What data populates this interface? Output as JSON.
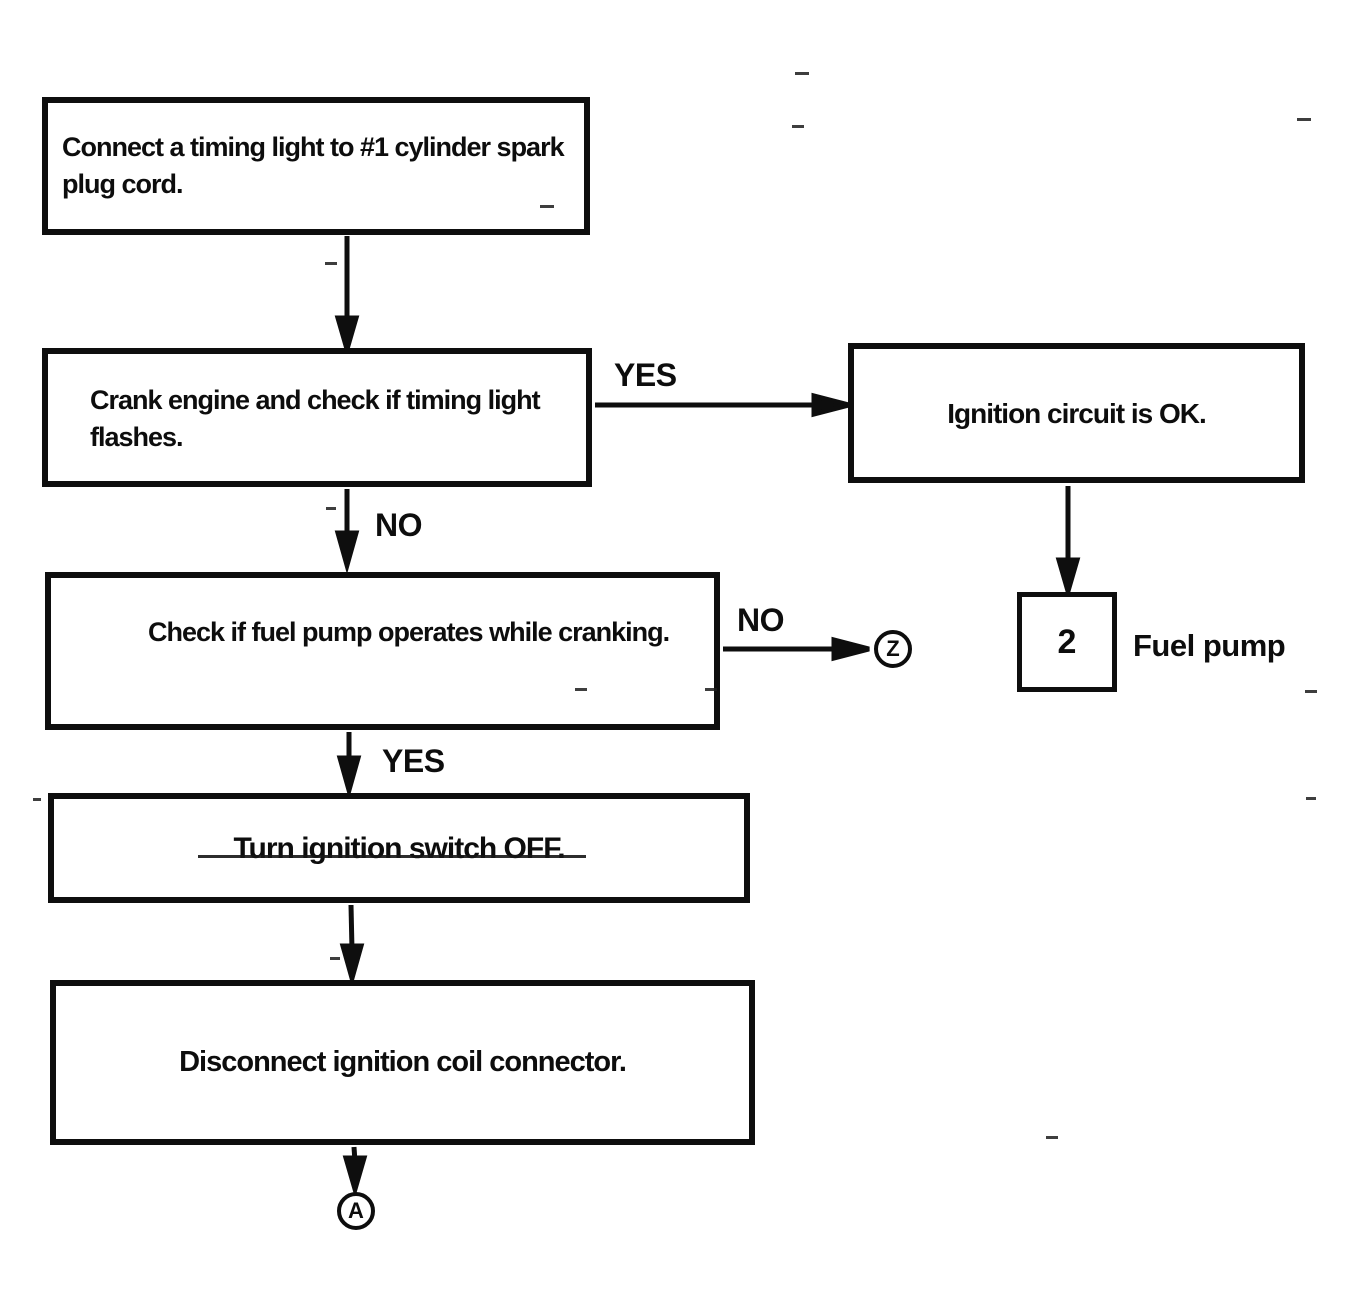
{
  "nodes": {
    "connect_timing_light": {
      "text": "Connect a timing light to #1 cylinder spark plug cord."
    },
    "crank_engine": {
      "text": "Crank engine and check if timing light flashes."
    },
    "ignition_ok": {
      "text": "Ignition circuit is OK."
    },
    "fuel_pump": {
      "number": "2",
      "label": "Fuel pump"
    },
    "check_fuel_pump": {
      "text": "Check if fuel pump operates while cranking."
    },
    "turn_ignition_off": {
      "text": "Turn ignition switch OFF."
    },
    "disconnect_coil": {
      "text": "Disconnect ignition coil connector."
    }
  },
  "edge_labels": {
    "crank_yes": "YES",
    "crank_no": "NO",
    "pump_no": "NO",
    "pump_yes": "YES"
  },
  "connectors": {
    "z": {
      "letter": "Z"
    },
    "a": {
      "letter": "A"
    }
  },
  "colors": {
    "ink": "#0d0d0d",
    "paper": "#ffffff"
  }
}
